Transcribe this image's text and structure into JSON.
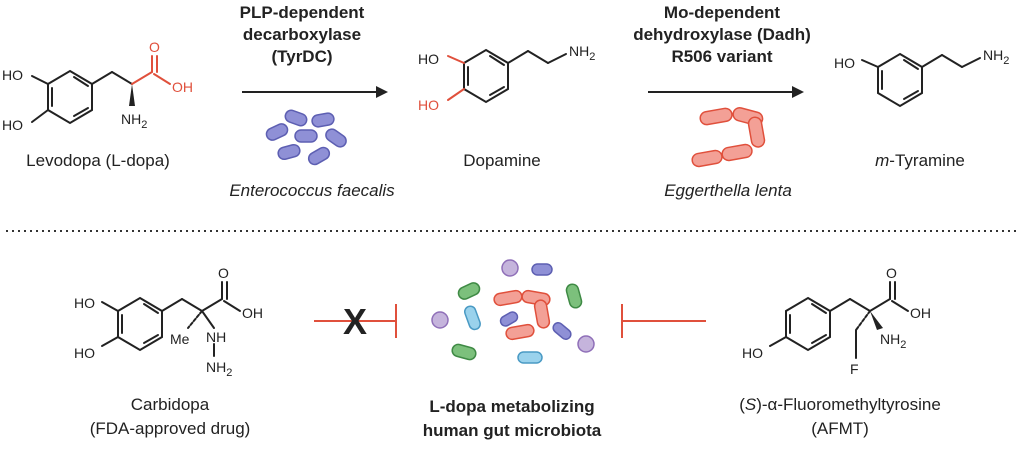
{
  "top": {
    "levodopa": {
      "name": "Levodopa (L-dopa)",
      "atoms": {
        "ho1": "HO",
        "ho2": "HO",
        "nh2": "NH",
        "nh2_sub": "2",
        "o": "O",
        "oh": "OH"
      }
    },
    "step1": {
      "enzyme_line1": "PLP-dependent",
      "enzyme_line2": "decarboxylase",
      "enzyme_line3": "(TyrDC)",
      "organism": "Enterococcus faecalis"
    },
    "dopamine": {
      "name": "Dopamine",
      "atoms": {
        "ho1": "HO",
        "ho2": "HO",
        "nh2": "NH",
        "nh2_sub": "2"
      }
    },
    "step2": {
      "enzyme_line1": "Mo-dependent",
      "enzyme_line2": "dehydroxylase (Dadh)",
      "enzyme_line3": "R506 variant",
      "organism": "Eggerthella lenta"
    },
    "tyramine": {
      "name_prefix": "m",
      "name_rest": "-Tyramine",
      "atoms": {
        "ho": "HO",
        "nh2": "NH",
        "nh2_sub": "2"
      }
    }
  },
  "bottom": {
    "carbidopa": {
      "name_line1": "Carbidopa",
      "name_line2": "(FDA-approved drug)",
      "atoms": {
        "ho1": "HO",
        "ho2": "HO",
        "o": "O",
        "oh": "OH",
        "me": "Me",
        "nh": "NH",
        "nh2": "NH",
        "nh2_sub": "2"
      }
    },
    "block_mark": "X",
    "microbiota": {
      "line1": "L-dopa metabolizing",
      "line2": "human gut microbiota"
    },
    "afmt": {
      "name_line1_prefix": "(",
      "name_line1_s": "S",
      "name_line1_rest": ")-α-Fluoromethyltyrosine",
      "name_line2": "(AFMT)",
      "atoms": {
        "ho": "HO",
        "o": "O",
        "oh": "OH",
        "nh2": "NH",
        "nh2_sub": "2",
        "f": "F"
      }
    }
  },
  "colors": {
    "red": "#e0503c",
    "blue": "#8f90d6",
    "blue_stroke": "#5d5fb2",
    "green": "#7cc07c",
    "green_stroke": "#3f8a45",
    "lightblue": "#9ad2ec",
    "lightblue_stroke": "#4a9ac4",
    "purple": "#c5b4dc",
    "salmon": "#f3a096",
    "text": "#222222"
  }
}
